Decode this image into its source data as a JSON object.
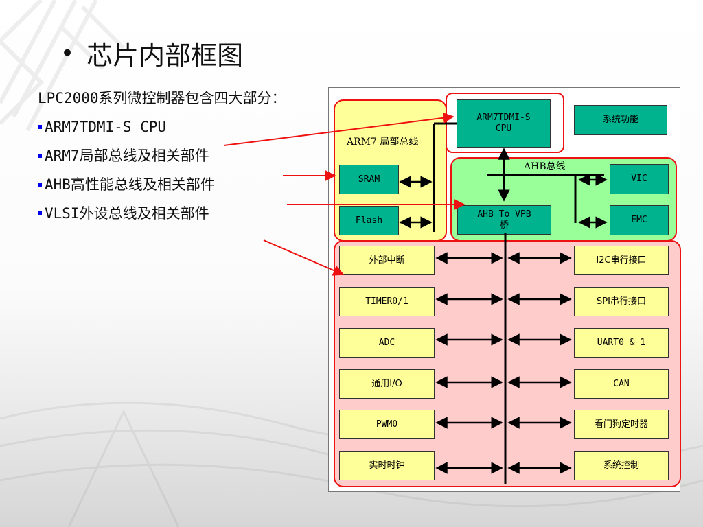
{
  "slide": {
    "title": "芯片内部框图",
    "intro": "LPC2000系列微控制器包含四大部分：",
    "bullets": [
      "ARM7TDMI-S  CPU",
      "ARM7局部总线及相关部件",
      "AHB高性能总线及相关部件",
      "VLSI外设总线及相关部件"
    ]
  },
  "diagram": {
    "labels": {
      "local_bus": "ARM7 局部总线",
      "ahb_bus": "AHB总线"
    },
    "cpu": {
      "line1": "ARM7TDMI-S",
      "line2": "CPU"
    },
    "system_function": "系统功能",
    "local_blocks": [
      "SRAM",
      "Flash"
    ],
    "ahb_blocks": {
      "vic": "VIC",
      "emc": "EMC",
      "bridge_line1": "AHB To VPB",
      "bridge_line2": "桥"
    },
    "vpb_left": [
      "外部中断",
      "TIMER0/1",
      "ADC",
      "通用I/O",
      "PWM0",
      "实时时钟"
    ],
    "vpb_right": [
      "I2C串行接口",
      "SPI串行接口",
      "UART0 & 1",
      "CAN",
      "看门狗定时器",
      "系统控制"
    ]
  },
  "colors": {
    "teal": "#00b38f",
    "light_yellow": "#ffff99",
    "light_green": "#99ff99",
    "light_pink": "#ffcccc",
    "border_red": "#ee1111",
    "bullet_blue": "#0000ee"
  }
}
